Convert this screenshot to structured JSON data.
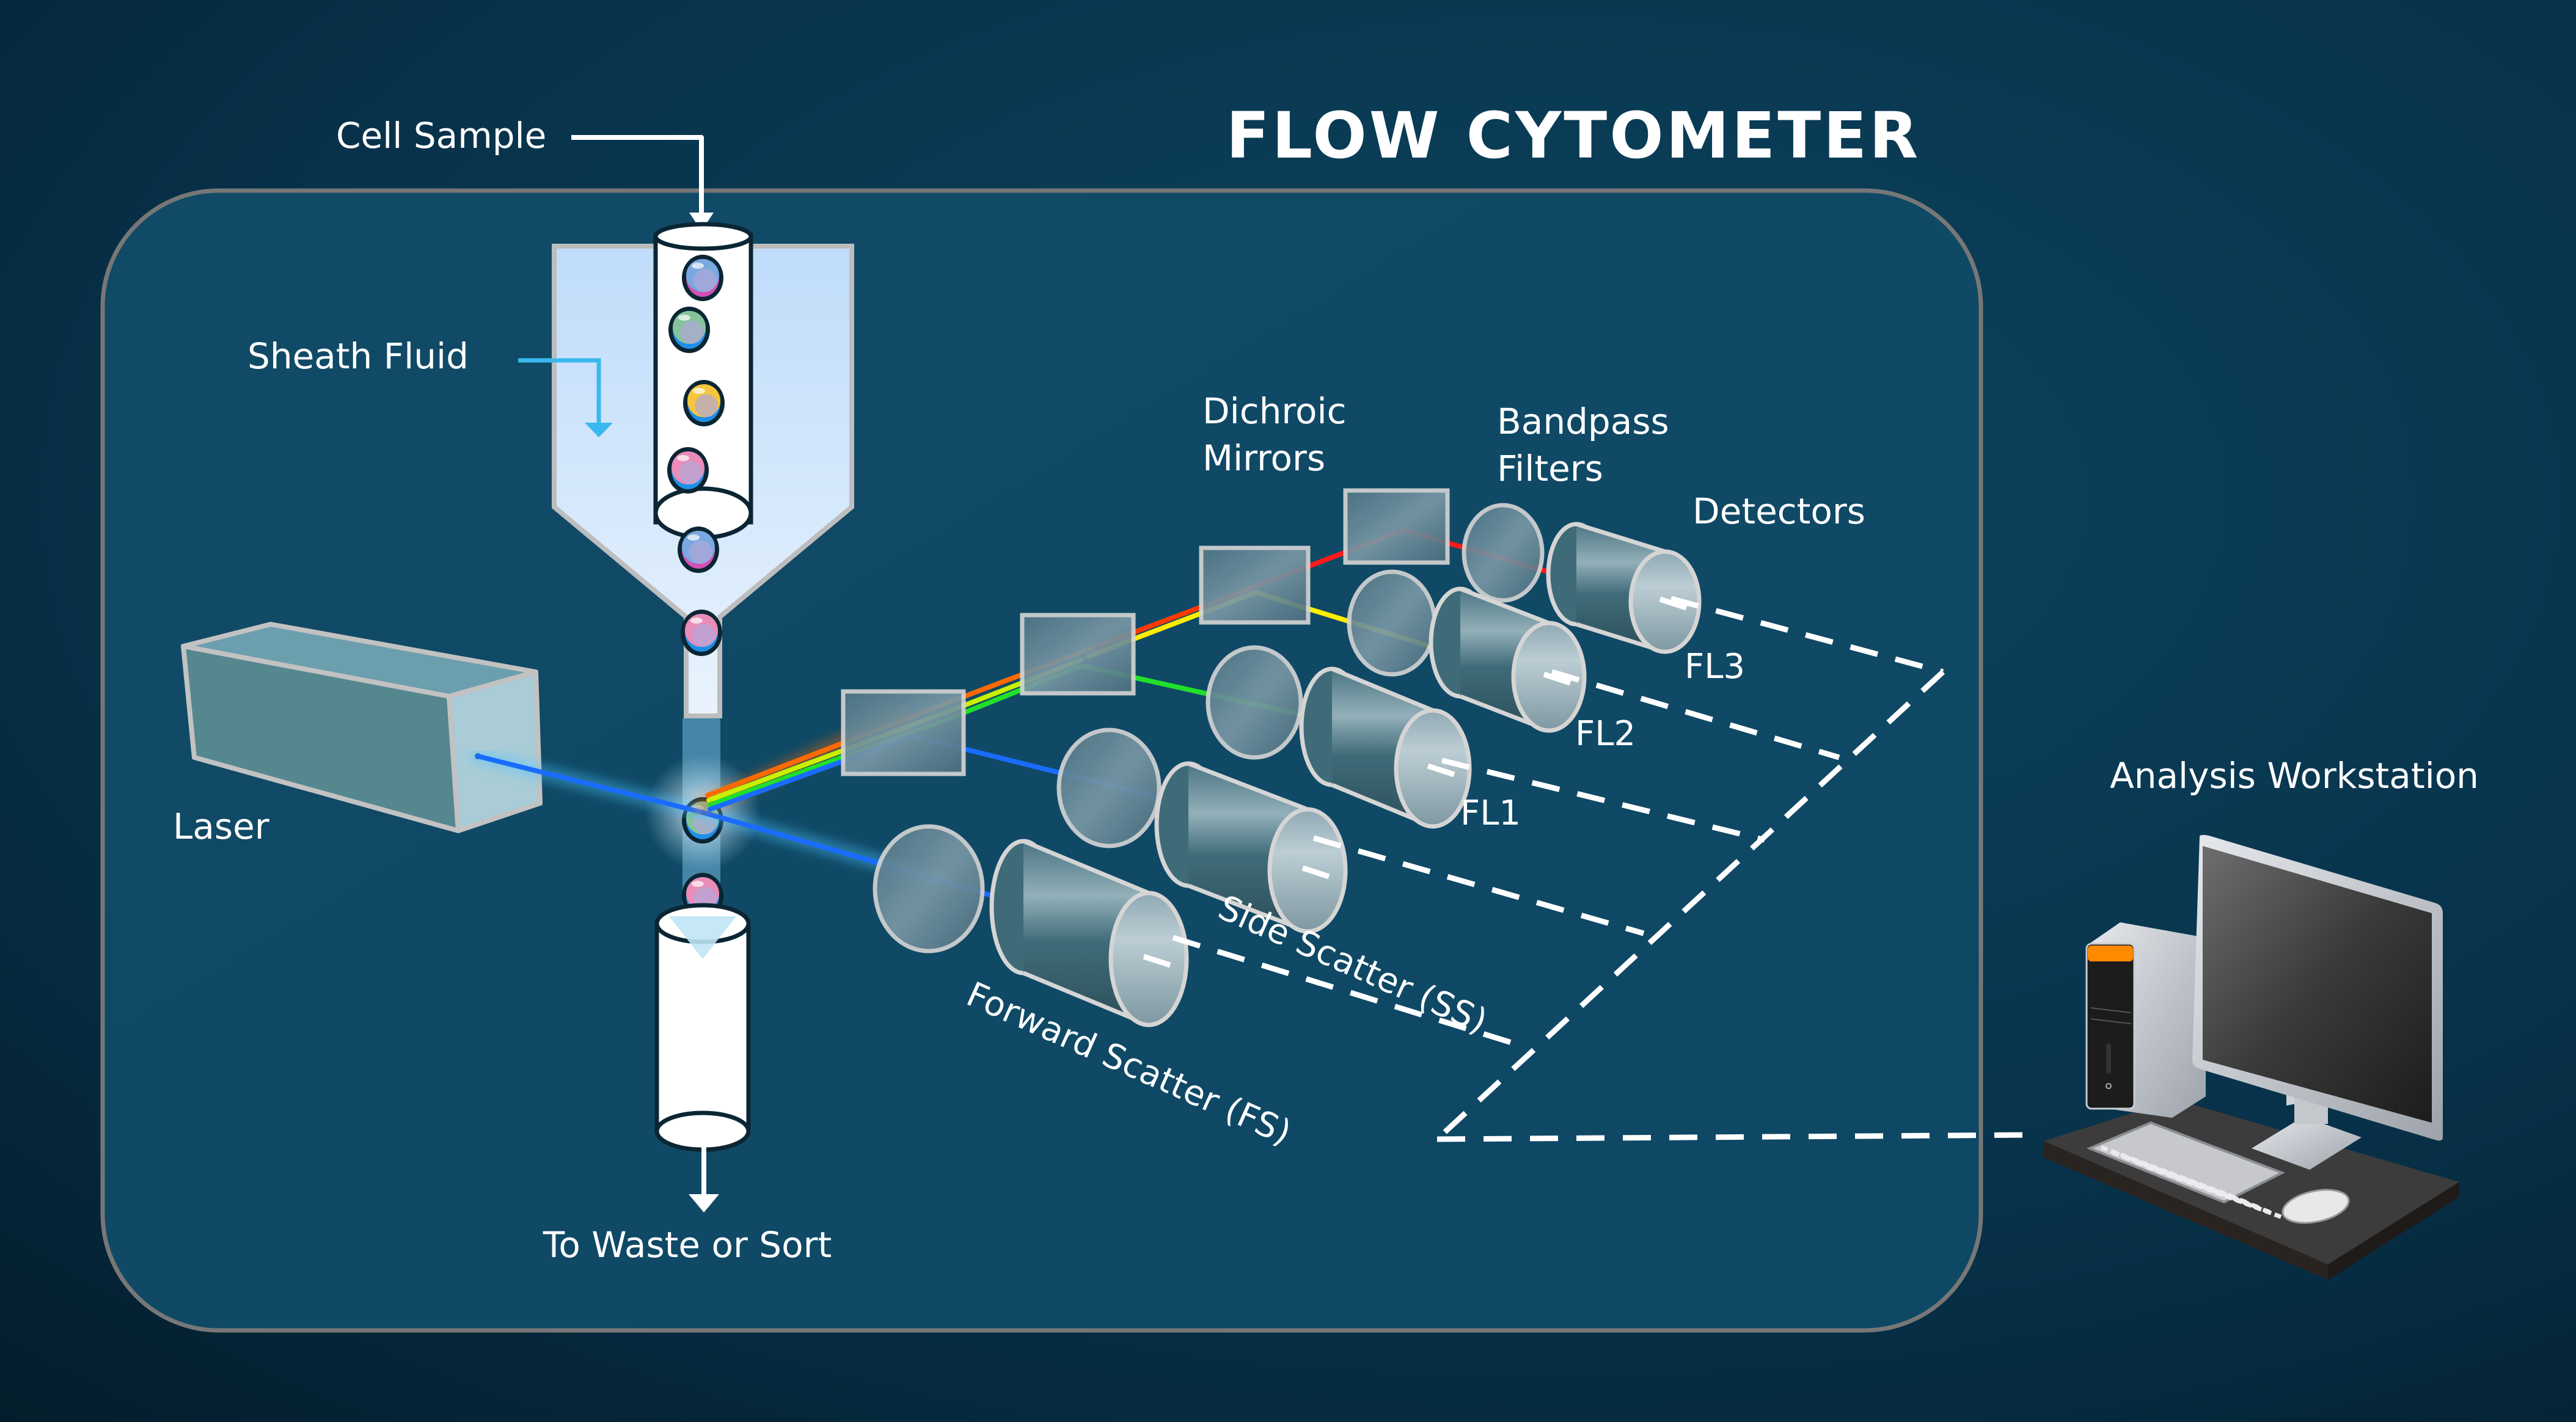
{
  "diagram": {
    "title": "FLOW CYTOMETER",
    "labels": {
      "cell_sample": "Cell Sample",
      "sheath_fluid": "Sheath Fluid",
      "laser": "Laser",
      "to_waste_or_sort": "To Waste or Sort",
      "dichroic_mirrors_line1": "Dichroic",
      "dichroic_mirrors_line2": "Mirrors",
      "bandpass_filters_line1": "Bandpass",
      "bandpass_filters_line2": "Filters",
      "detectors": "Detectors",
      "analysis_workstation": "Analysis Workstation"
    },
    "detectors": [
      {
        "id": "fs",
        "label": "Forward Scatter (FS)",
        "beam_color": "#1a6cff"
      },
      {
        "id": "ss",
        "label": "Side Scatter (SS)",
        "beam_color": "#1a6cff"
      },
      {
        "id": "fl1",
        "label": "FL1",
        "beam_color": "#22e02a"
      },
      {
        "id": "fl2",
        "label": "FL2",
        "beam_color": "#ffee00"
      },
      {
        "id": "fl3",
        "label": "FL3",
        "beam_color": "#ff1a1a"
      }
    ],
    "colors": {
      "background": "#062a3e",
      "panel": "#0f4a66",
      "panel_border": "#7a7a7a",
      "sheath_arrow": "#3bb8ee",
      "laser_beam": "#1a6cff",
      "accent_orange": "#ff8a00"
    }
  }
}
